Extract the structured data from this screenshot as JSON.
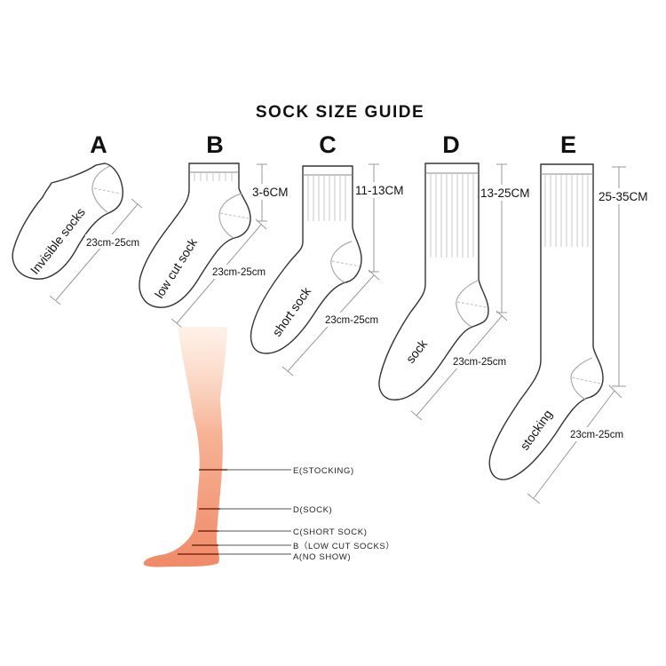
{
  "title": "SOCK SIZE GUIDE",
  "sizes": [
    {
      "letter": "A",
      "name": "Invisible socks",
      "height": null,
      "foot_length": "23cm-25cm"
    },
    {
      "letter": "B",
      "name": "low cut sock",
      "height": "3-6CM",
      "foot_length": "23cm-25cm"
    },
    {
      "letter": "C",
      "name": "short sock",
      "height": "11-13CM",
      "foot_length": "23cm-25cm"
    },
    {
      "letter": "D",
      "name": "sock",
      "height": "13-25CM",
      "foot_length": "23cm-25cm"
    },
    {
      "letter": "E",
      "name": "stocking",
      "height": "25-35CM",
      "foot_length": "23cm-25cm"
    }
  ],
  "leg_guide": {
    "labels": [
      "E(STOCKING)",
      "D(SOCK)",
      "C(SHORT SOCK)",
      "B（LOW CUT SOCKS）",
      "A(NO SHOW)"
    ],
    "colors": {
      "leg_top": "#fde8d8",
      "leg_bottom": "#f08a68"
    }
  }
}
